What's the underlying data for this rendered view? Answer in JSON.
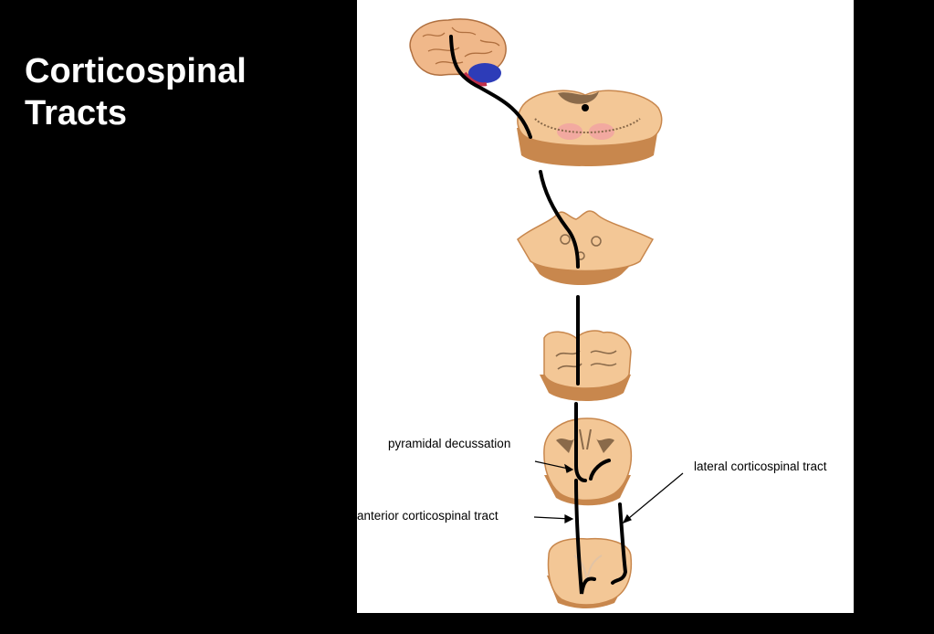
{
  "slide": {
    "title_line1": "Corticospinal",
    "title_line2": "Tracts"
  },
  "diagram": {
    "labels": {
      "pyramidal_decussation": "pyramidal decussation",
      "lateral_tract": "lateral corticospinal tract",
      "anterior_tract": "anterior corticospinal tract"
    },
    "colors": {
      "tissue": "#f3c796",
      "tissue_dark": "#c8874d",
      "gray_matter": "#8a6a4a",
      "pink_region": "#f2a9a0",
      "cerebellum": "#2d3cb8",
      "tract_line": "#000000"
    }
  }
}
